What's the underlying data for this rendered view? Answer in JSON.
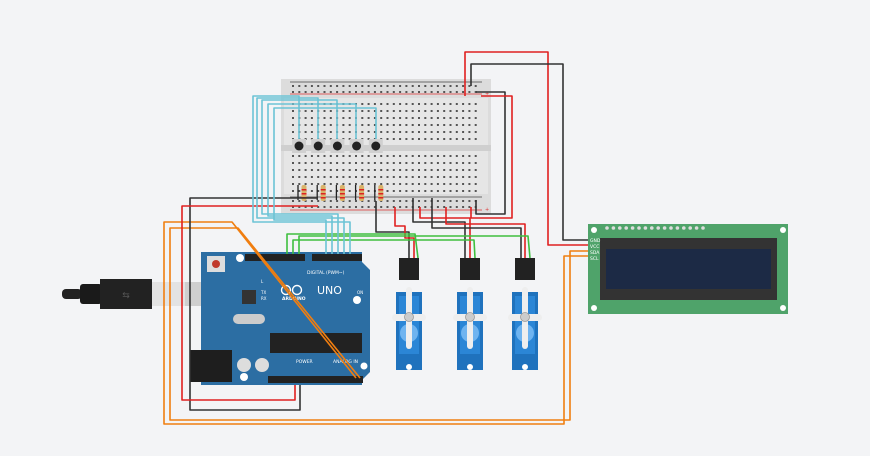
{
  "colors": {
    "background": "#f3f4f6",
    "arduino": "#2c6ea3",
    "servo": "#1f72bd",
    "lcd_board": "#4fa36a",
    "lcd_screen": "#1c2a45",
    "wire_red": "#e02020",
    "wire_black": "#333333",
    "wire_green": "#3fbf3f",
    "wire_cyan": "#6cc3d5",
    "wire_orange": "#f07e10"
  },
  "arduino": {
    "brand": "ARDUINO",
    "model": "UNO",
    "digital_label": "DIGITAL (PWM~)",
    "power_label": "POWER",
    "analog_label": "ANALOG IN",
    "led_l": "L",
    "led_tx": "TX",
    "led_rx": "RX",
    "led_on": "ON"
  },
  "lcd": {
    "pins": [
      "GND",
      "VCC",
      "SDA",
      "SCL"
    ]
  },
  "breadboard": {
    "plus": "+",
    "minus": "-"
  },
  "components": {
    "pushbuttons": 5,
    "resistors": 5,
    "servos": 3
  }
}
